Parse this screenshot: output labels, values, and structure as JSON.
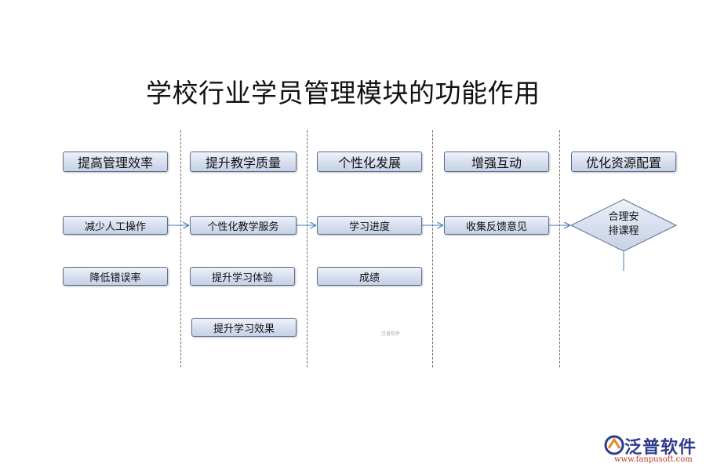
{
  "title": "学校行业学员管理模块的功能作用",
  "columns": [
    {
      "header": "提高管理效率",
      "items": [
        "减少人工操作",
        "降低错误率"
      ]
    },
    {
      "header": "提升教学质量",
      "items": [
        "个性化教学服务",
        "提升学习体验",
        "提升学习效果"
      ]
    },
    {
      "header": "个性化发展",
      "items": [
        "学习进度",
        "成绩"
      ]
    },
    {
      "header": "增强互动",
      "items": [
        "收集反馈意见"
      ]
    },
    {
      "header": "优化资源配置",
      "decision": "合理安排课程"
    }
  ],
  "diamond": {
    "line1": "合理安",
    "line2": "排课程"
  },
  "watermark": "泛普软件",
  "logo": {
    "name": "泛普软件",
    "url": "www.fanpusoft.com"
  },
  "colors": {
    "box_border": "#5a6f8d",
    "box_fill": "#d6deee",
    "arrow": "#4a78c2",
    "logo": "#2f3a8c"
  }
}
